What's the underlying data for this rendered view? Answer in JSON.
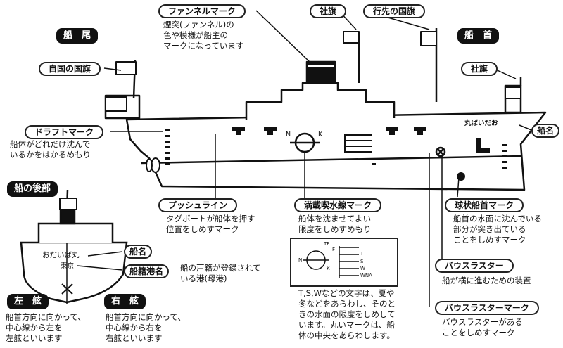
{
  "headers": {
    "stern": "船　尾",
    "bow": "船　首",
    "stern_section": "船の後部",
    "port": "左　舷",
    "starboard": "右　舷"
  },
  "labels": {
    "funnel_mark": "ファンネルマーク",
    "company_flag_top": "社旗",
    "destination_flag": "行先の国旗",
    "company_flag_bow": "社旗",
    "home_flag": "自国の国旗",
    "draft_mark": "ドラフトマーク",
    "ship_name": "船名",
    "push_line": "プッシュライン",
    "load_line_mark": "満載喫水線マーク",
    "bulbous_bow_mark": "球状船首マーク",
    "bow_thruster": "バウスラスター",
    "bow_thruster_mark": "バウスラスターマーク",
    "stern_ship_name": "船名",
    "port_of_registry": "船籍港名"
  },
  "descriptions": {
    "funnel_mark": "煙突(ファンネル)の\n色や模様が船主の\nマークになっています",
    "draft_mark": "船体がどれだけ沈んで\nいるかをはかるめもり",
    "push_line": "タグボートが船体を押す\n位置をしめすマーク",
    "load_line_mark": "船体を沈ませてよい\n限度をしめすめもり",
    "bulbous_bow_mark": "船首の水面に沈んでいる\n部分が突き出ている\nことをしめすマーク",
    "bow_thruster": "船が横に進むための装置",
    "bow_thruster_mark": "バウスラスターがある\nことをしめすマーク",
    "port_of_registry": "船の戸籍が登録されて\nいる港(母港)",
    "port": "船首方向に向かって、\n中心線から左を\n左舷といいます",
    "starboard": "船首方向に向かって、\n中心線から右を\n右舷といいます",
    "load_line_note": "T,S,Wなどの文字は、夏や\n冬などをあらわし、そのと\nきの水面の限度をしめして\nいます。丸いマークは、船\n体の中央をあらわします。"
  },
  "ship_text": {
    "hull_name": "丸ばいだお",
    "stern_name": "おだいば丸",
    "stern_port": "東京",
    "plimsoll_left": "N",
    "plimsoll_right": "K"
  },
  "load_line_marks": [
    "TF",
    "F",
    "T",
    "S",
    "W",
    "WNA"
  ]
}
